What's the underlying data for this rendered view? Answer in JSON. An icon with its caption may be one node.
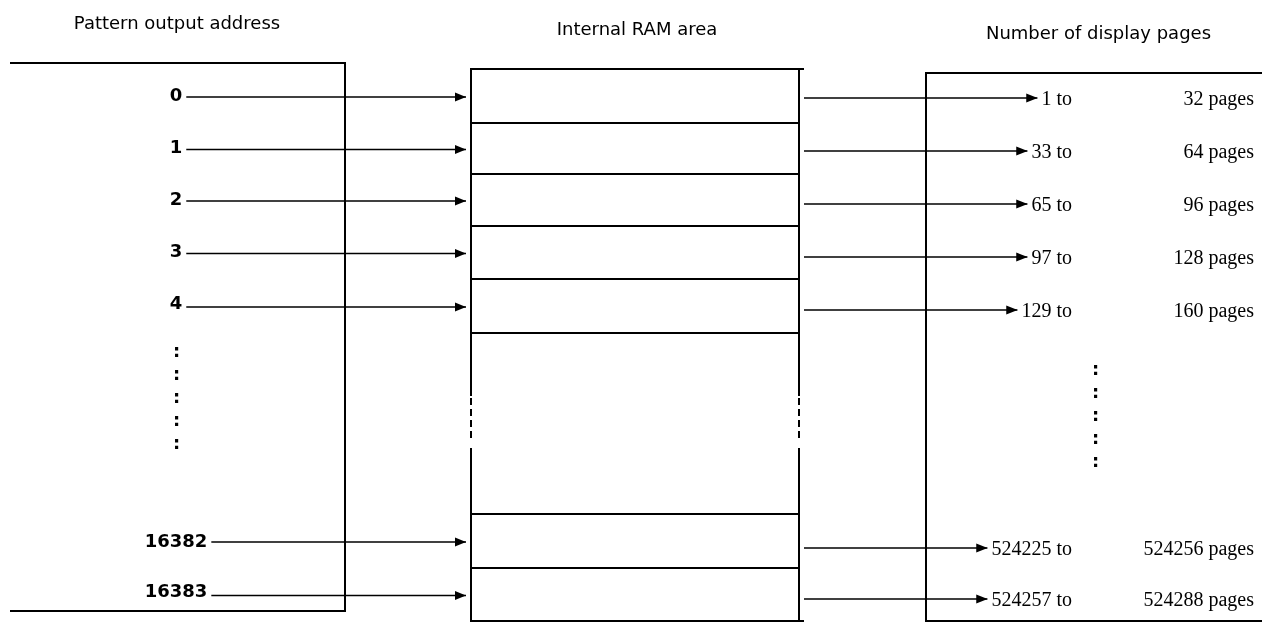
{
  "diagram": {
    "nodes": [
      {
        "text": [
          "Pattern output address"
        ]
      },
      {
        "text": [
          "0"
        ],
        "in": 0
      },
      {
        "text": [
          "1"
        ],
        "in": 0
      },
      {
        "text": [
          "2"
        ],
        "in": 0
      },
      {
        "text": [
          "3"
        ],
        "in": 0
      },
      {
        "text": [
          "4"
        ],
        "in": 0
      },
      {
        "text": [
          "16382"
        ],
        "in": 0
      },
      {
        "text": [
          "16383"
        ],
        "in": 0
      },
      {
        "text": [
          "Internal RAM area"
        ]
      },
      {
        "text": [],
        "shape": "box",
        "in": 8
      },
      {
        "text": [],
        "shape": "box",
        "in": 8
      },
      {
        "text": [],
        "shape": "box",
        "in": 8
      },
      {
        "text": [],
        "shape": "box",
        "in": 8
      },
      {
        "text": [],
        "shape": "box",
        "in": 8
      },
      {
        "text": [],
        "shape": "box",
        "in": 8
      },
      {
        "text": [],
        "shape": "box",
        "in": 8
      },
      {
        "text": [],
        "shape": "box",
        "in": 8
      },
      {
        "text": [
          "Number of display pages"
        ]
      },
      {
        "text": [
          "1 to",
          "32 pages"
        ],
        "in": 17
      },
      {
        "text": [
          "33 to",
          "64 pages"
        ],
        "in": 17
      },
      {
        "text": [
          "65 to",
          "96 pages"
        ],
        "in": 17
      },
      {
        "text": [
          "97 to",
          "128 pages"
        ],
        "in": 17
      },
      {
        "text": [
          "129 to",
          "160 pages"
        ],
        "in": 17
      },
      {
        "text": [
          "524225 to",
          "524256 pages"
        ],
        "in": 17
      },
      {
        "text": [
          "524257 to",
          "524288 pages"
        ],
        "in": 17
      }
    ],
    "edges": [
      {
        "from": 1,
        "to": 9,
        "arrow": "to"
      },
      {
        "from": 2,
        "to": 10,
        "arrow": "to"
      },
      {
        "from": 3,
        "to": 11,
        "arrow": "to"
      },
      {
        "from": 4,
        "to": 12,
        "arrow": "to"
      },
      {
        "from": 5,
        "to": 13,
        "arrow": "to"
      },
      {
        "from": 6,
        "to": 15,
        "arrow": "to"
      },
      {
        "from": 7,
        "to": 16,
        "arrow": "to"
      },
      {
        "from": 9,
        "to": 18,
        "arrow": "to"
      },
      {
        "from": 10,
        "to": 19,
        "arrow": "to"
      },
      {
        "from": 11,
        "to": 20,
        "arrow": "to"
      },
      {
        "from": 12,
        "to": 21,
        "arrow": "to"
      },
      {
        "from": 13,
        "to": 22,
        "arrow": "to"
      },
      {
        "from": 15,
        "to": 23,
        "arrow": "to"
      },
      {
        "from": 16,
        "to": 24,
        "arrow": "to"
      }
    ],
    "labels": [
      ":",
      ":",
      ":",
      ":",
      ":",
      ":",
      ":",
      ":",
      ":",
      ":"
    ]
  }
}
